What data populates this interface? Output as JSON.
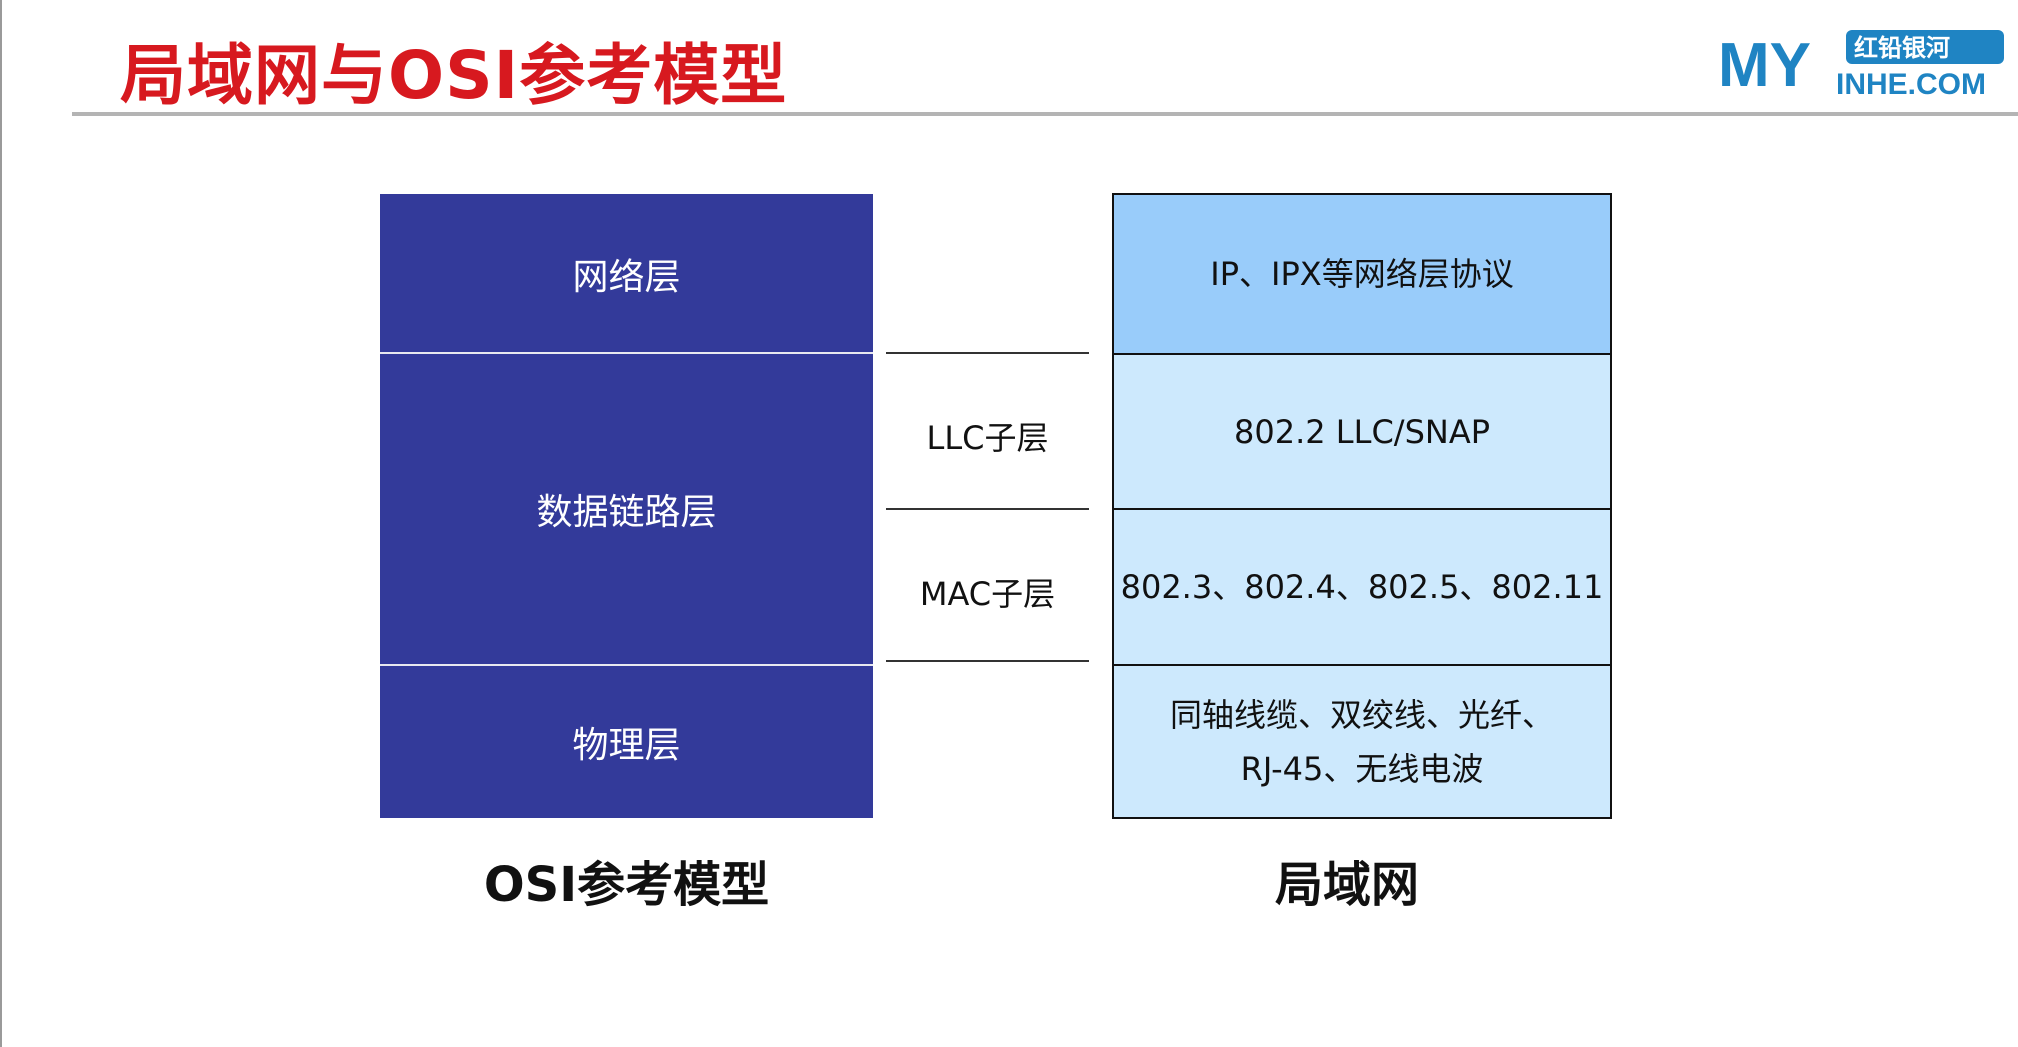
{
  "title": "局域网与OSI参考模型",
  "logo": {
    "text_main": "MY",
    "text_badge": "红铅银河",
    "text_sub": "INHE.COM"
  },
  "osi": {
    "layers": [
      "网络层",
      "数据链路层",
      "物理层"
    ],
    "caption": "OSI参考模型"
  },
  "sublayers": {
    "llc": "LLC子层",
    "mac": "MAC子层"
  },
  "lan": {
    "network": "IP、IPX等网络层协议",
    "llc": "802.2 LLC/SNAP",
    "mac": "802.3、802.4、802.5、802.11",
    "physical_line1": "同轴线缆、双绞线、光纤、",
    "physical_line2": "RJ-45、无线电波",
    "caption": "局域网"
  },
  "colors": {
    "title_red": "#d7191f",
    "osi_blue": "#333a9a",
    "lan_header_blue": "#99ccfa",
    "lan_cell_blue": "#cde9fd",
    "logo_blue": "#1f84c3"
  }
}
